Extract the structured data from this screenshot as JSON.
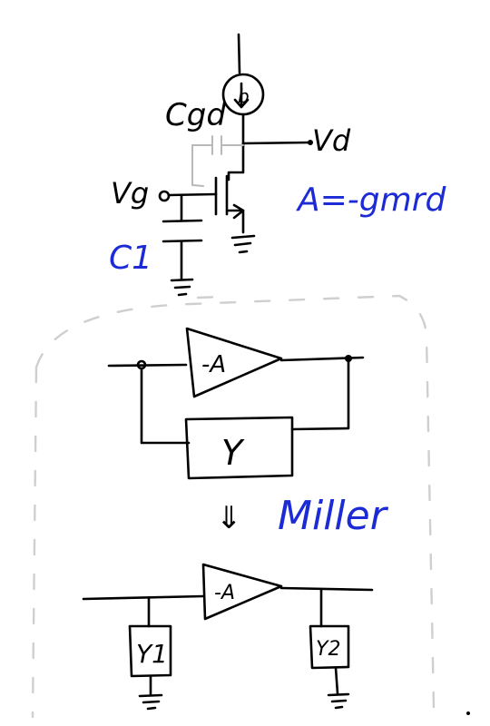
{
  "labels": {
    "cgd": "Cgd",
    "current_source_symbol": "b",
    "vd": "Vd",
    "vg": "Vg",
    "c1": "C1",
    "gain": "A=-gmrd",
    "amp_top": "-A",
    "y": "Y",
    "arrow": "⇓",
    "miller": "Miller",
    "amp_bottom": "-A",
    "y1": "Y1",
    "y2": "Y2"
  },
  "colors": {
    "ink": "#000000",
    "blue": "#1c2bd6",
    "faint": "#b8b8b8",
    "dashed_box": "#cfcfcf"
  }
}
